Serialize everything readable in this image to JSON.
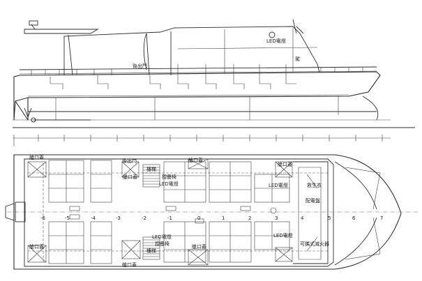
{
  "profile_view": {
    "labels": {
      "rear_door": "後出門",
      "led_light": "LED電燈",
      "right_mark": "駕"
    }
  },
  "plan_view": {
    "labels": {
      "hatch_top_left": "艙口蓋",
      "hatch_top_mid": "艙口蓋",
      "hatch_top_right": "艙口蓋",
      "hatch_bottom_left": "艙口蓋",
      "hatch_bottom_mid": "艙口蓋",
      "hatch_bottom_center": "艙口蓋",
      "rear_door": "後出門",
      "stairs_top": "樓梯",
      "folding_seat_top": "摺疊椅",
      "led_top": "LED電燈",
      "led_right": "LED電燈",
      "led_bottom_left": "LED電燈",
      "folding_seat_bottom": "摺疊椅",
      "led_bottom_right": "LED電燈",
      "stairs_bottom": "樓梯",
      "fire_ext": "可攜式滅火器",
      "right_a": "救生衣",
      "right_b": "配電盤"
    },
    "frame_numbers": [
      "-6",
      "-5",
      "-4",
      "-3",
      "-2",
      "-1",
      "0",
      "1",
      "2",
      "3",
      "4",
      "5",
      "6",
      "7"
    ]
  }
}
